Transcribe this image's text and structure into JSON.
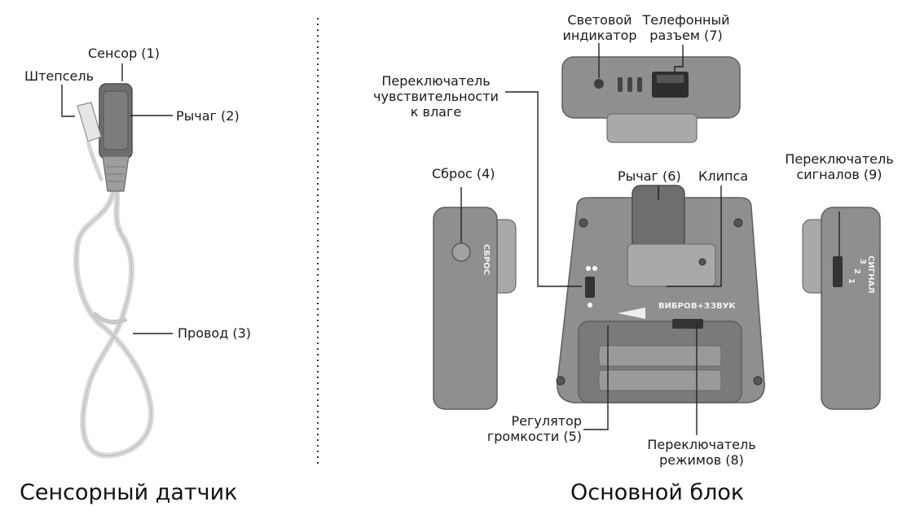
{
  "left_panel": {
    "title": "Сенсорный датчик",
    "labels": {
      "plug": "Штепсель",
      "sensor": "Сенсор (1)",
      "lever": "Рычаг (2)",
      "wire": "Провод (3)"
    }
  },
  "right_panel": {
    "title": "Основной блок",
    "labels": {
      "indicator": [
        "Световой",
        "индикатор"
      ],
      "phone_jack": [
        "Телефонный",
        "разъем (7)"
      ],
      "moisture_switch": [
        "Переключатель",
        "чувствительности",
        "к влаге"
      ],
      "reset": "Сброс (4)",
      "lever": "Рычаг (6)",
      "clip": "Клипса",
      "signal_switch": [
        "Переключатель",
        "сигналов (9)"
      ],
      "volume": [
        "Регулятор",
        "громкости (5)"
      ],
      "mode_switch": [
        "Переключатель",
        "режимов (8)"
      ]
    },
    "device_markings": {
      "reset": "СБРОС",
      "modes": [
        "ВИБРО",
        "В+З",
        "ЗВУК"
      ],
      "signal": "СИГНАЛ",
      "signal_numbers": [
        "1",
        "2",
        "3"
      ]
    }
  },
  "colors": {
    "device_body": "#8f8f8f",
    "device_dark": "#6e6e6e",
    "cable": "#d9d9d9",
    "leader_lines": "#222222"
  }
}
